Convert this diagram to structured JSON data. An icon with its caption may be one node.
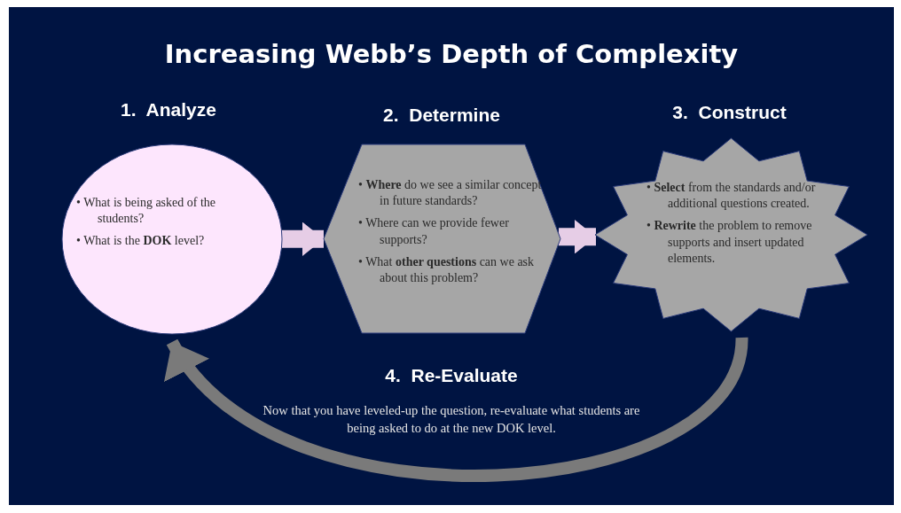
{
  "diagram": {
    "title": "Increasing Webb’s Depth of Complexity",
    "nodes": [
      {
        "text": [
          "1.  Analyze",
          "• What is being asked of the students?",
          "• What is the **DOK** level?"
        ]
      },
      {
        "text": [
          "2.  Determine",
          "• **Where** do we see a similar concept in future standards?",
          "• Where can we provide fewer supports?",
          "• What **other questions** can we ask about this problem?"
        ]
      },
      {
        "text": [
          "3.  Construct",
          "• **Select** from the standards and/or additional questions created.",
          "• **Rewrite** the problem to remove supports and insert updated elements."
        ]
      }
    ],
    "edges": [
      {
        "from": 0,
        "to": 1,
        "arrow": "to"
      },
      {
        "from": 1,
        "to": 2,
        "arrow": "to"
      },
      {
        "from": 2,
        "to": 0,
        "arrow": "to",
        "color": "#7a7a7a"
      }
    ],
    "labels": [
      "4.  Re-Evaluate",
      "Now that you have leveled-up the question, re-evaluate what students are being asked to do at the new DOK level."
    ]
  }
}
